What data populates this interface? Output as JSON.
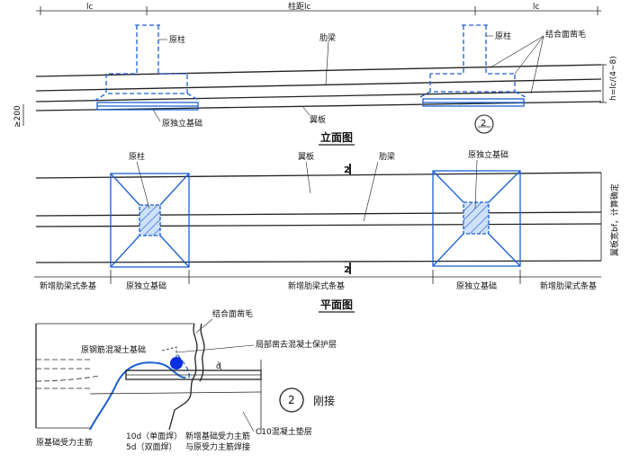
{
  "elevation": {
    "dim_lc_left": "lc",
    "dim_column_spacing": "柱距lc",
    "dim_lc_right": "lc",
    "label_original_column": "原柱",
    "label_rib_beam": "肋梁",
    "label_original_column_right": "原柱",
    "label_rough_surface": "结合面凿毛",
    "label_original_footing": "原独立基础",
    "label_flange_plate": "翼板",
    "label_beam_height": "h=lc/(4~8)",
    "label_min_200": "≥200",
    "section_marker": "2",
    "title": "立面图"
  },
  "plan": {
    "label_original_column": "原柱",
    "label_flange_plate": "翼板",
    "label_rib_beam": "肋梁",
    "label_original_footing": "原独立基础",
    "label_flange_width": "翼板宽bf，计算确定",
    "section_mark_top": "2",
    "section_mark_bottom": "2",
    "seg_new_left": "新增肋梁式条基",
    "seg_orig_left": "原独立基础",
    "seg_new_mid": "新增肋梁式条基",
    "seg_orig_right": "原独立基础",
    "seg_new_right": "新增肋梁式条基",
    "title": "平面图"
  },
  "detail": {
    "label_rough_surface": "结合面凿毛",
    "label_original_rc": "原钢筋混凝土基础",
    "label_remove_cover": "局部凿去混凝土保护层",
    "label_d": "d",
    "label_original_bar": "原基础受力主筋",
    "label_weld_single": "10d（单面焊）",
    "label_weld_double": "5d（双面焊）",
    "label_new_bar_1": "新增基础受力主筋",
    "label_new_bar_2": "与原受力主筋焊接",
    "label_c10": "C10混凝土垫层",
    "marker_number": "2",
    "marker_caption": "刚接"
  }
}
